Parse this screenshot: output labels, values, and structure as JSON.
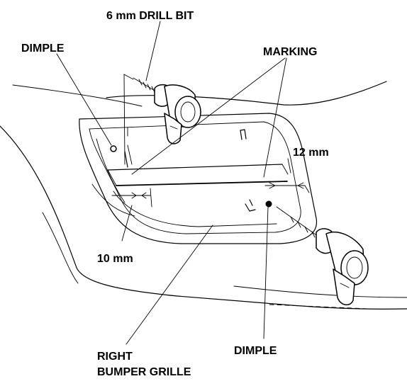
{
  "labels": {
    "drill_bit": "6 mm DRILL BIT",
    "dimple_top": "DIMPLE",
    "marking": "MARKING",
    "dim_12": "12 mm",
    "dim_10": "10 mm",
    "dimple_bottom": "DIMPLE",
    "grille_line1": "RIGHT",
    "grille_line2": "BUMPER GRILLE"
  }
}
